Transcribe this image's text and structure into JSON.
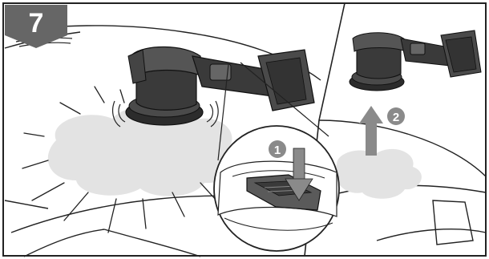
{
  "step_number": "7",
  "callouts": [
    {
      "number": "1"
    },
    {
      "number": "2"
    }
  ],
  "colors": {
    "badge": "#666666",
    "cloud": "#e3e3e3",
    "tool_dark": "#3a3a3a",
    "arrow_grey": "#8a8a8a",
    "outline": "#1a1a1a"
  }
}
